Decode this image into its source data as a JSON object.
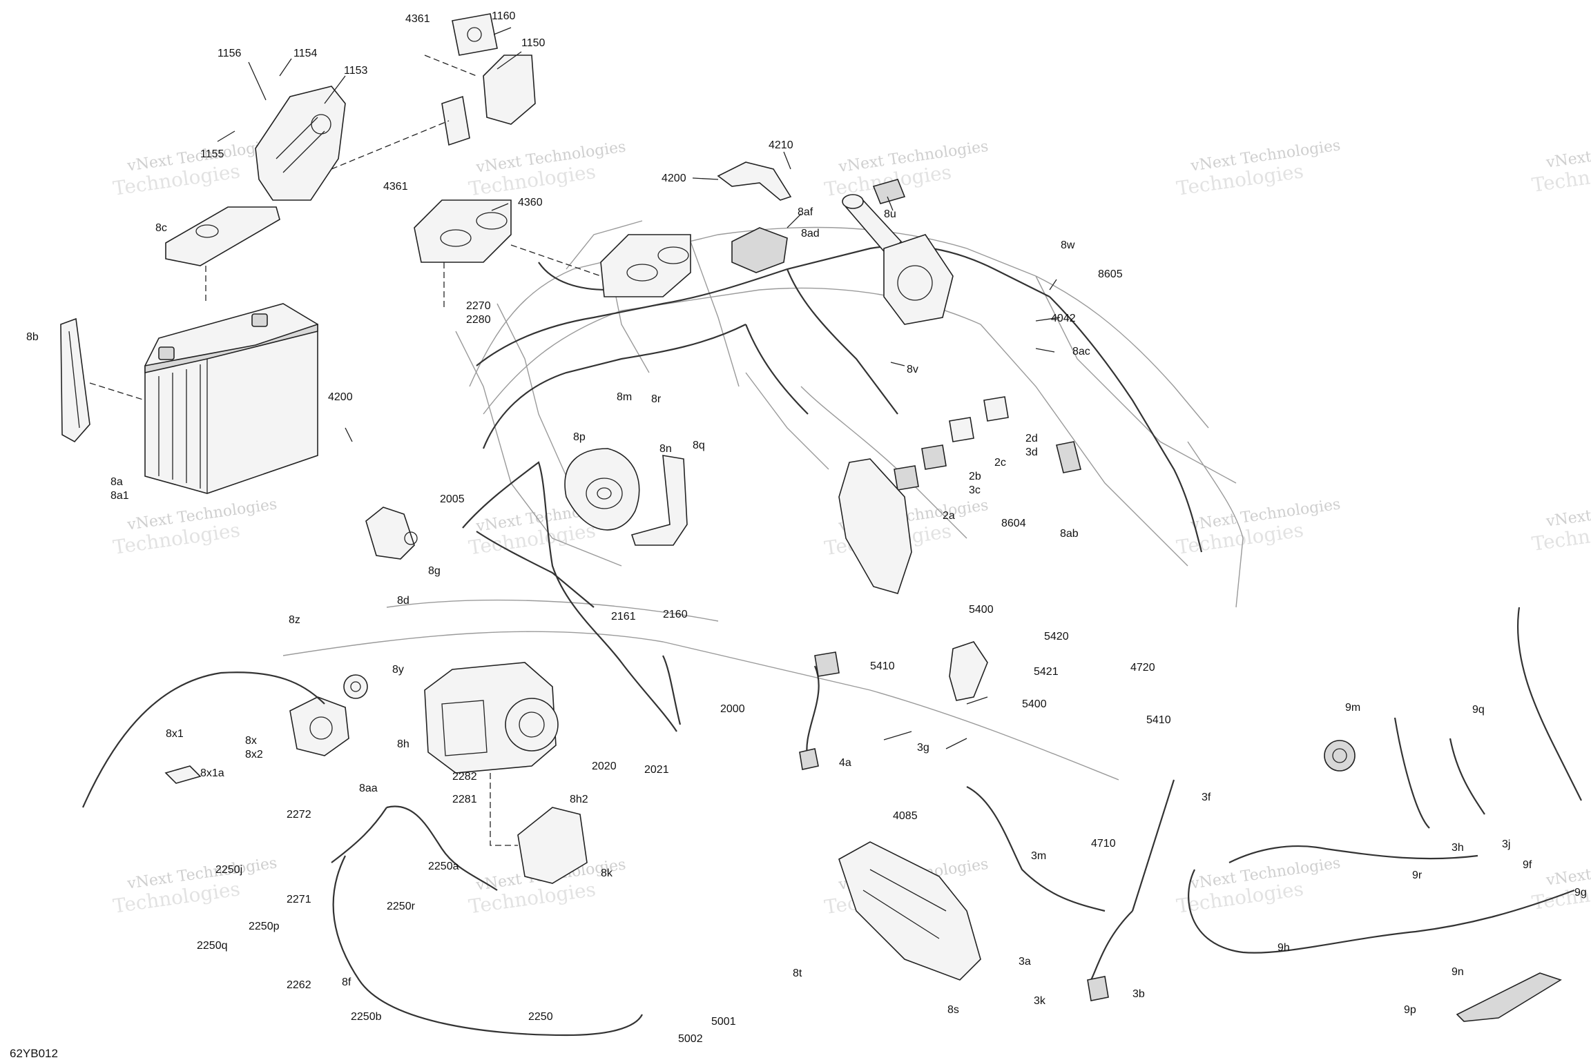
{
  "watermark": {
    "line1": "vNext Technologies",
    "line2": "Technologies"
  },
  "reference_code": "62YB012",
  "callouts": [
    {
      "id": "c4361a",
      "text": "4361"
    },
    {
      "id": "c1160",
      "text": "1160"
    },
    {
      "id": "c1150",
      "text": "1150"
    },
    {
      "id": "c1156",
      "text": "1156"
    },
    {
      "id": "c1154",
      "text": "1154"
    },
    {
      "id": "c1153",
      "text": "1153"
    },
    {
      "id": "c1155",
      "text": "1155"
    },
    {
      "id": "c8c",
      "text": "8c"
    },
    {
      "id": "c4361b",
      "text": "4361"
    },
    {
      "id": "c4360",
      "text": "4360"
    },
    {
      "id": "c2270",
      "text": "2270"
    },
    {
      "id": "c2280",
      "text": "2280"
    },
    {
      "id": "c4210",
      "text": "4210"
    },
    {
      "id": "c4200a",
      "text": "4200"
    },
    {
      "id": "c8af",
      "text": "8af"
    },
    {
      "id": "c8ad",
      "text": "8ad"
    },
    {
      "id": "c8u",
      "text": "8u"
    },
    {
      "id": "c8w",
      "text": "8w"
    },
    {
      "id": "c8605",
      "text": "8605"
    },
    {
      "id": "c4042",
      "text": "4042"
    },
    {
      "id": "c8ac",
      "text": "8ac"
    },
    {
      "id": "c8v",
      "text": "8v"
    },
    {
      "id": "c8b",
      "text": "8b"
    },
    {
      "id": "c4200b",
      "text": "4200"
    },
    {
      "id": "c8m",
      "text": "8m"
    },
    {
      "id": "c8r",
      "text": "8r"
    },
    {
      "id": "c8p",
      "text": "8p"
    },
    {
      "id": "c8n",
      "text": "8n"
    },
    {
      "id": "c8q",
      "text": "8q"
    },
    {
      "id": "c8a",
      "text": "8a"
    },
    {
      "id": "c8a1",
      "text": "8a1"
    },
    {
      "id": "c2d",
      "text": "2d"
    },
    {
      "id": "c3d",
      "text": "3d"
    },
    {
      "id": "c2c",
      "text": "2c"
    },
    {
      "id": "c2b",
      "text": "2b"
    },
    {
      "id": "c3c",
      "text": "3c"
    },
    {
      "id": "c2a",
      "text": "2a"
    },
    {
      "id": "c8604",
      "text": "8604"
    },
    {
      "id": "c8ab",
      "text": "8ab"
    },
    {
      "id": "c2005",
      "text": "2005"
    },
    {
      "id": "c8g",
      "text": "8g"
    },
    {
      "id": "c8d",
      "text": "8d"
    },
    {
      "id": "c8z",
      "text": "8z"
    },
    {
      "id": "c2161",
      "text": "2161"
    },
    {
      "id": "c2160",
      "text": "2160"
    },
    {
      "id": "c5400a",
      "text": "5400"
    },
    {
      "id": "c5410a",
      "text": "5410"
    },
    {
      "id": "c5420",
      "text": "5420"
    },
    {
      "id": "c4720",
      "text": "4720"
    },
    {
      "id": "c5421",
      "text": "5421"
    },
    {
      "id": "c5400b",
      "text": "5400"
    },
    {
      "id": "c5410b",
      "text": "5410"
    },
    {
      "id": "c8y",
      "text": "8y"
    },
    {
      "id": "c8x",
      "text": "8x"
    },
    {
      "id": "c8x2",
      "text": "8x2"
    },
    {
      "id": "c8x1",
      "text": "8x1"
    },
    {
      "id": "c8x1a",
      "text": "8x1a"
    },
    {
      "id": "c8h",
      "text": "8h"
    },
    {
      "id": "c2000",
      "text": "2000"
    },
    {
      "id": "c4a",
      "text": "4a"
    },
    {
      "id": "c3g",
      "text": "3g"
    },
    {
      "id": "c8aa",
      "text": "8aa"
    },
    {
      "id": "c2020",
      "text": "2020"
    },
    {
      "id": "c2021",
      "text": "2021"
    },
    {
      "id": "c2282",
      "text": "2282"
    },
    {
      "id": "c2281",
      "text": "2281"
    },
    {
      "id": "c8h2",
      "text": "8h2"
    },
    {
      "id": "c2272",
      "text": "2272"
    },
    {
      "id": "c2250a",
      "text": "2250a"
    },
    {
      "id": "c2250j",
      "text": "2250j"
    },
    {
      "id": "c2271",
      "text": "2271"
    },
    {
      "id": "c2250r",
      "text": "2250r"
    },
    {
      "id": "c8k",
      "text": "8k"
    },
    {
      "id": "c2250p",
      "text": "2250p"
    },
    {
      "id": "c2250q",
      "text": "2250q"
    },
    {
      "id": "c2262",
      "text": "2262"
    },
    {
      "id": "c8f",
      "text": "8f"
    },
    {
      "id": "c2250",
      "text": "2250"
    },
    {
      "id": "c2250b",
      "text": "2250b"
    },
    {
      "id": "c5001",
      "text": "5001"
    },
    {
      "id": "c5002",
      "text": "5002"
    },
    {
      "id": "c4085",
      "text": "4085"
    },
    {
      "id": "c3m",
      "text": "3m"
    },
    {
      "id": "c4710",
      "text": "4710"
    },
    {
      "id": "c3f",
      "text": "3f"
    },
    {
      "id": "c8t",
      "text": "8t"
    },
    {
      "id": "c8s",
      "text": "8s"
    },
    {
      "id": "c3a",
      "text": "3a"
    },
    {
      "id": "c3k",
      "text": "3k"
    },
    {
      "id": "c3b",
      "text": "3b"
    },
    {
      "id": "c9m",
      "text": "9m"
    },
    {
      "id": "c9q",
      "text": "9q"
    },
    {
      "id": "c3h",
      "text": "3h"
    },
    {
      "id": "c3j",
      "text": "3j"
    },
    {
      "id": "c9r",
      "text": "9r"
    },
    {
      "id": "c9f",
      "text": "9f"
    },
    {
      "id": "c9g",
      "text": "9g"
    },
    {
      "id": "c9h",
      "text": "9h"
    },
    {
      "id": "c9n",
      "text": "9n"
    },
    {
      "id": "c9p",
      "text": "9p"
    }
  ]
}
